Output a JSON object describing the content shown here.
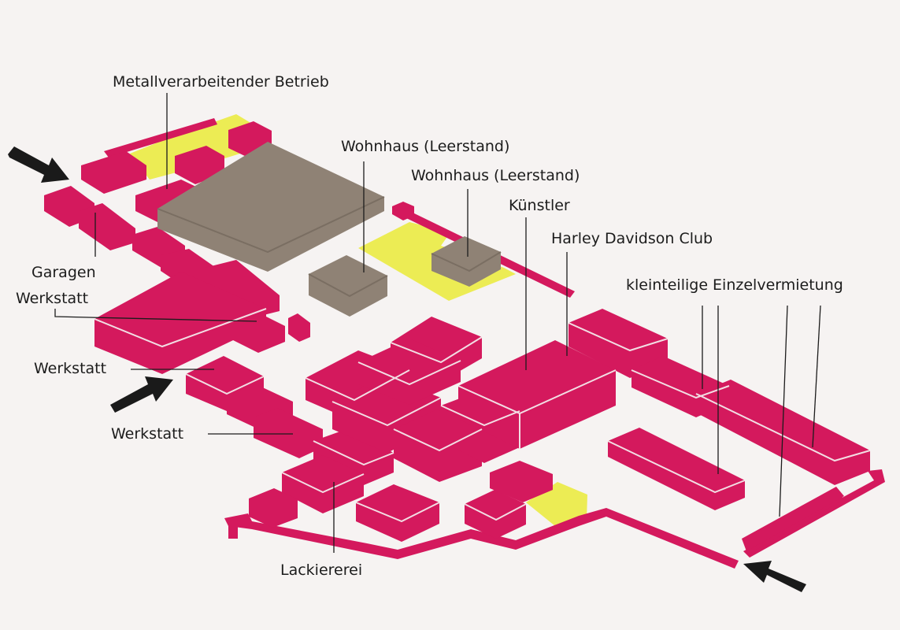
{
  "colors": {
    "background": "#f6f3f2",
    "rented_building": "#d4195d",
    "vacant_building": "#8f8275",
    "open_area": "#ecec54",
    "text": "#1c1c1c",
    "entrance_arrow": "#1a1a1a"
  },
  "labels": {
    "metal": "Metallverarbeitender Betrieb",
    "wohnhaus1": "Wohnhaus (Leerstand)",
    "wohnhaus2": "Wohnhaus (Leerstand)",
    "kuenstler": "Künstler",
    "harley": "Harley Davidson Club",
    "klein": "kleinteilige Einzelvermietung",
    "garagen": "Garagen",
    "werkstatt1": "Werkstatt",
    "werkstatt2": "Werkstatt",
    "werkstatt3": "Werkstatt",
    "lackiererei": "Lackiererei"
  },
  "entrance_arrows": [
    "entrance-arrow",
    "entrance-arrow",
    "entrance-arrow"
  ]
}
